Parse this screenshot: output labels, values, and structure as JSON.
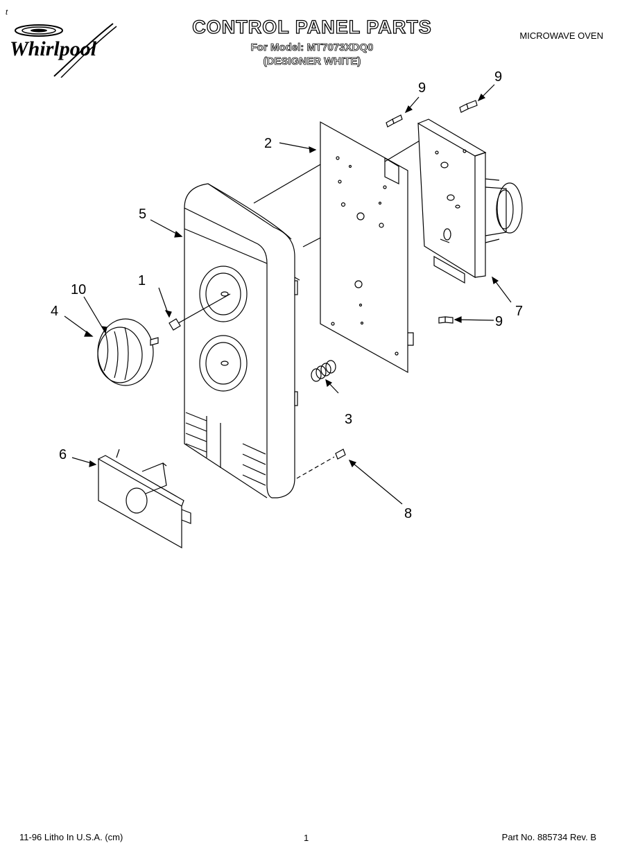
{
  "header": {
    "brand": "Whirlpool",
    "title": "CONTROL PANEL PARTS",
    "model_line": "For Model: MT7073XDQ0",
    "variant_line": "(DESIGNER WHITE)",
    "product_type": "MICROWAVE OVEN",
    "corner_mark": "t"
  },
  "callouts": [
    {
      "id": "c1",
      "label": "1"
    },
    {
      "id": "c2",
      "label": "2"
    },
    {
      "id": "c3",
      "label": "3"
    },
    {
      "id": "c4",
      "label": "4"
    },
    {
      "id": "c5",
      "label": "5"
    },
    {
      "id": "c6",
      "label": "6"
    },
    {
      "id": "c7",
      "label": "7"
    },
    {
      "id": "c8",
      "label": "8"
    },
    {
      "id": "c9a",
      "label": "9"
    },
    {
      "id": "c9b",
      "label": "9"
    },
    {
      "id": "c9c",
      "label": "9"
    },
    {
      "id": "c10",
      "label": "10"
    }
  ],
  "footer": {
    "left": "11-96 Litho In U.S.A. (cm)",
    "center": "1",
    "right": "Part No. 885734 Rev. B"
  }
}
